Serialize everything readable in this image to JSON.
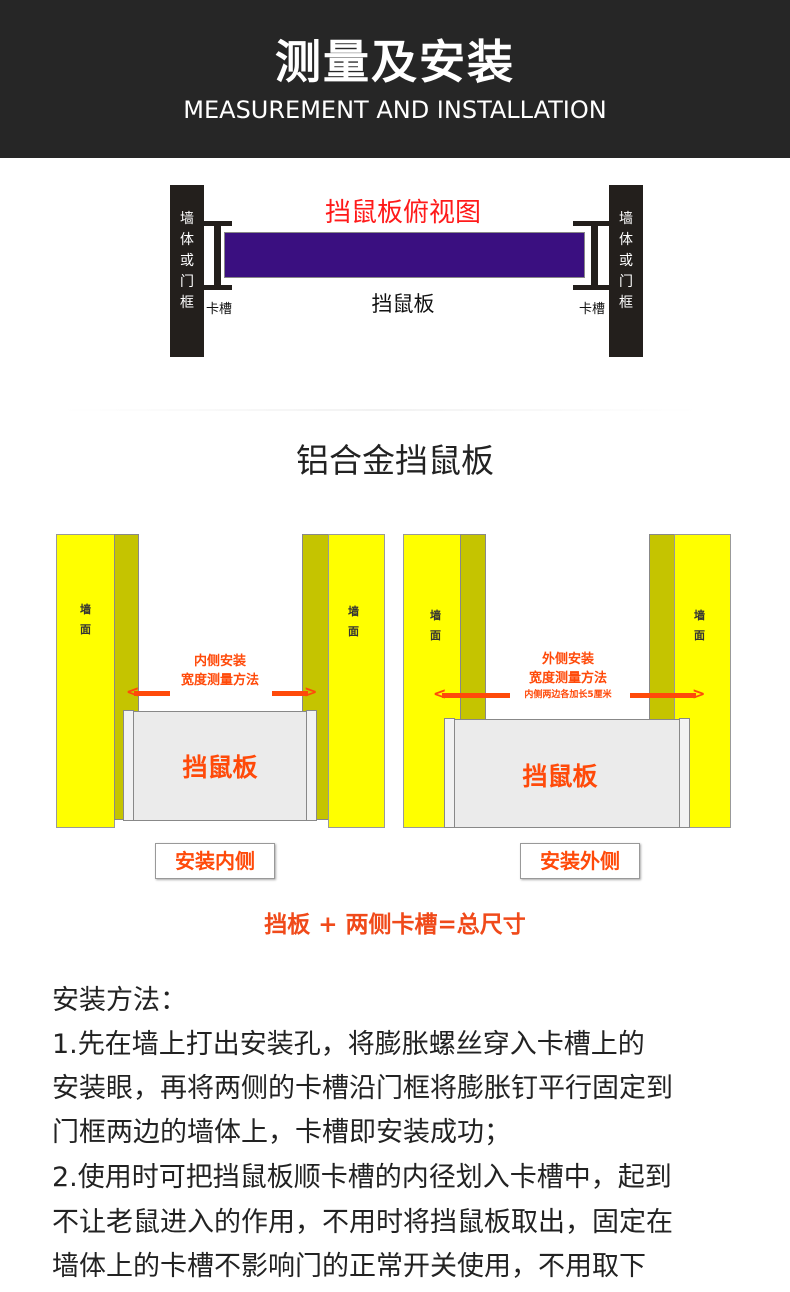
{
  "header": {
    "title": "测量及安装",
    "subtitle": "MEASUREMENT AND INSTALLATION"
  },
  "top_view": {
    "title": "挡鼠板俯视图",
    "wall_label": "墙体或门框",
    "slot_label": "卡槽",
    "board_label": "挡鼠板",
    "board_color": "#3a0f80"
  },
  "section_title": "铝合金挡鼠板",
  "inner": {
    "wall": "墙面",
    "line1": "内侧安装",
    "line2": "宽度测量方法",
    "board": "挡鼠板",
    "caption": "安装内侧"
  },
  "outer": {
    "wall": "墙面",
    "line1": "外侧安装",
    "line2": "宽度测量方法",
    "line3": "内侧两边各加长5厘米",
    "board": "挡鼠板",
    "caption": "安装外侧"
  },
  "formula": "挡板 + 两侧卡槽=总尺寸",
  "instructions": [
    "安装方法：",
    "1.先在墙上打出安装孔，将膨胀螺丝穿入卡槽上的",
    "安装眼，再将两侧的卡槽沿门框将膨胀钉平行固定到",
    "门框两边的墙体上，卡槽即安装成功；",
    "2.使用时可把挡鼠板顺卡槽的内径划入卡槽中，起到",
    "不让老鼠进入的作用，不用时将挡鼠板取出，固定在",
    "墙体上的卡槽不影响门的正常开关使用，不用取下"
  ]
}
